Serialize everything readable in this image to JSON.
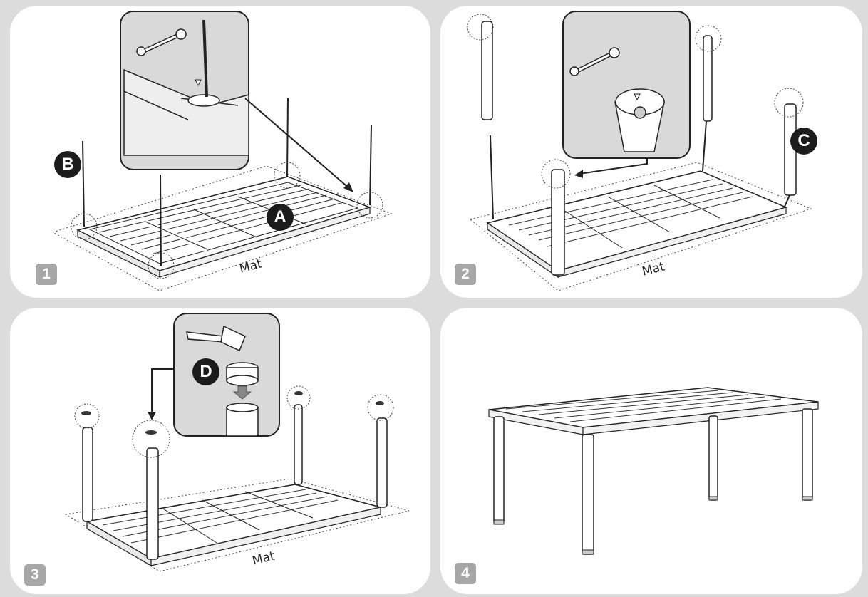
{
  "steps": [
    {
      "number": "1",
      "callouts": [
        "B",
        "A"
      ],
      "mat_label": "Mat"
    },
    {
      "number": "2",
      "callouts": [
        "C"
      ],
      "mat_label": ""
    },
    {
      "number": "3",
      "callouts": [
        "D"
      ],
      "mat_label": "Mat"
    },
    {
      "number": "4",
      "callouts": [],
      "mat_label": ""
    }
  ],
  "panel2_floor_label": "Mat",
  "colors": {
    "background": "#dcdcdc",
    "panel": "#ffffff",
    "badge": "#a7a7a7",
    "callout": "#1b1b1b",
    "line": "#222222",
    "inset": "#d9d9d9"
  },
  "icons": [
    "wrench-icon",
    "hammer-icon",
    "arrow-icon"
  ]
}
